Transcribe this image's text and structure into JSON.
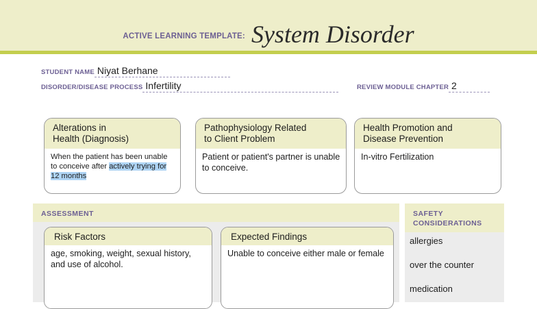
{
  "header": {
    "kicker": "ACTIVE LEARNING TEMPLATE:",
    "title": "System Disorder",
    "band_color": "#eeeeca",
    "rule_color": "#c3ce4e",
    "label_color": "#6c5f93"
  },
  "identity": {
    "student_name_label": "STUDENT NAME",
    "student_name_value": "Niyat Berhane",
    "disorder_label": "DISORDER/DISEASE PROCESS",
    "disorder_value": "Infertility",
    "chapter_label": "REVIEW MODULE CHAPTER",
    "chapter_value": "2"
  },
  "cards": [
    {
      "title": "Alterations in\nHealth (Diagnosis)",
      "title_line1": "Alterations in",
      "title_line2": "Health (Diagnosis)",
      "body_plain": "When the patient has been unable to conceive after ",
      "body_selected": "actively trying for 12 months",
      "selection_color": "#aed4f5"
    },
    {
      "title_line1": "Pathophysiology Related",
      "title_line2": "to Client Problem",
      "body_plain": "Patient or patient's partner is unable to conceive."
    },
    {
      "title_line1": "Health Promotion and",
      "title_line2": "Disease Prevention",
      "body_plain": "In-vitro Fertilization"
    }
  ],
  "assessment": {
    "section_label": "ASSESSMENT",
    "cards": [
      {
        "title": "Risk Factors",
        "body": "age, smoking, weight, sexual history, and use of alcohol."
      },
      {
        "title": "Expected Findings",
        "body": "Unable to conceive either male or female"
      }
    ]
  },
  "safety": {
    "title_line1": "SAFETY",
    "title_line2": "CONSIDERATIONS",
    "items": [
      "allergies",
      "over the counter",
      "medication"
    ]
  }
}
